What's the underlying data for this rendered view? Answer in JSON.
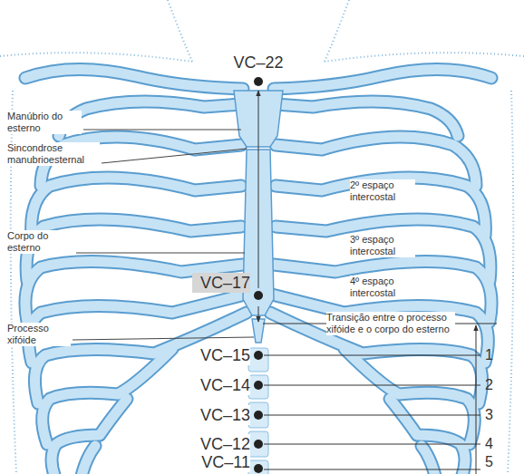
{
  "diagram": {
    "labels": [
      "VC–22",
      "Manúbrio do esterno",
      "Sincondrose manubrioesternal",
      "2º espaço intercostal",
      "Corpo do esterno",
      "3º espaço intercostal",
      "4º espaço intercostal",
      "VC–17",
      "Processo xifóide",
      "Transição entre o processo xifóide e o corpo do esterno",
      "VC–15",
      "1",
      "VC–14",
      "2",
      "VC–13",
      "3",
      "VC–12",
      "4",
      "VC–11",
      "5"
    ]
  }
}
